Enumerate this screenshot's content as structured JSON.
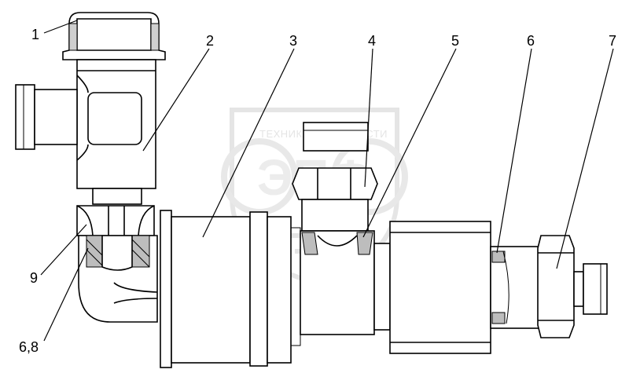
{
  "watermark": {
    "top_left": "ТЕХНИКА",
    "top_right": "ЗАПЧАСТИ",
    "logo_letters": "ЭПФ"
  },
  "callouts": [
    {
      "id": "1",
      "label": "1"
    },
    {
      "id": "2",
      "label": "2"
    },
    {
      "id": "3",
      "label": "3"
    },
    {
      "id": "4",
      "label": "4"
    },
    {
      "id": "5",
      "label": "5"
    },
    {
      "id": "6",
      "label": "6"
    },
    {
      "id": "7",
      "label": "7"
    },
    {
      "id": "9",
      "label": "9"
    },
    {
      "id": "68",
      "label": "6,8"
    }
  ]
}
